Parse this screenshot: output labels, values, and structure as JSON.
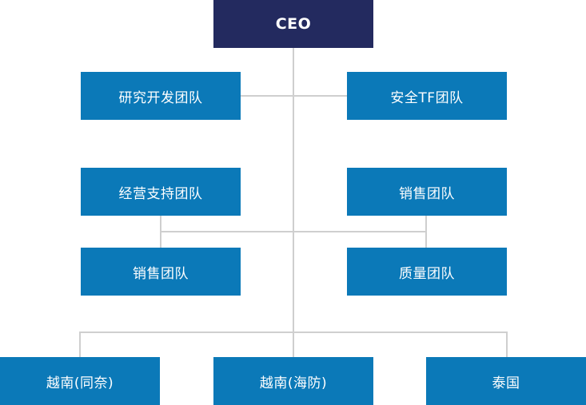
{
  "colors": {
    "ceo": "#232a5f",
    "team": "#0b79b8",
    "connector": "#cfcfcf",
    "text": "#ffffff"
  },
  "org": {
    "ceo": "CEO",
    "rd_team": "研究开发团队",
    "security_tf_team": "安全TF团队",
    "ops_support_team": "经营支持团队",
    "sales_team_right": "销售团队",
    "sales_team_left": "销售团队",
    "quality_team": "质量团队",
    "vietnam_dongnai": "越南(同奈)",
    "vietnam_haiphong": "越南(海防)",
    "thailand": "泰国"
  }
}
